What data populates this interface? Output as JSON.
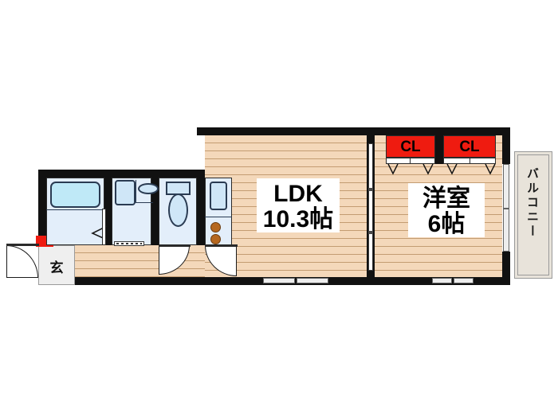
{
  "plan": {
    "type": "japanese-apartment-floorplan",
    "layout_name": "1LDK",
    "rooms": [
      {
        "id": "ldk",
        "label_line1": "LDK",
        "label_line2": "10.3帖",
        "size_jo": 10.3,
        "floor": "wood"
      },
      {
        "id": "bedroom",
        "label_line1": "洋室",
        "label_line2": "6帖",
        "size_jo": 6,
        "floor": "wood"
      },
      {
        "id": "genkan",
        "label_line1": "玄",
        "label_line2": "",
        "size_jo": null,
        "floor": "tile"
      }
    ],
    "closets": [
      {
        "id": "cl-left",
        "label": "CL"
      },
      {
        "id": "cl-right",
        "label": "CL"
      }
    ],
    "balcony": {
      "label": "バルコニー"
    },
    "fixtures": [
      {
        "id": "bathtub",
        "name": "bathtub-icon"
      },
      {
        "id": "bath-room",
        "name": "bathroom-area"
      },
      {
        "id": "vanity",
        "name": "vanity-sink-icon"
      },
      {
        "id": "washer",
        "name": "washing-machine-space-icon"
      },
      {
        "id": "toilet",
        "name": "toilet-icon"
      },
      {
        "id": "sink",
        "name": "kitchen-sink-icon"
      },
      {
        "id": "stove",
        "name": "gas-stove-icon",
        "burners": 2
      }
    ],
    "colors": {
      "wall": "#111111",
      "closet_red": "#ef1b10",
      "floor_wood": "#f4d8ba",
      "floor_wood_line": "#c39c72",
      "water_fixture": "#cfe6f7",
      "tub": "#bfe9f7",
      "balcony": "#e8e3da",
      "burner": "#b5671f",
      "background": "#ffffff"
    }
  }
}
